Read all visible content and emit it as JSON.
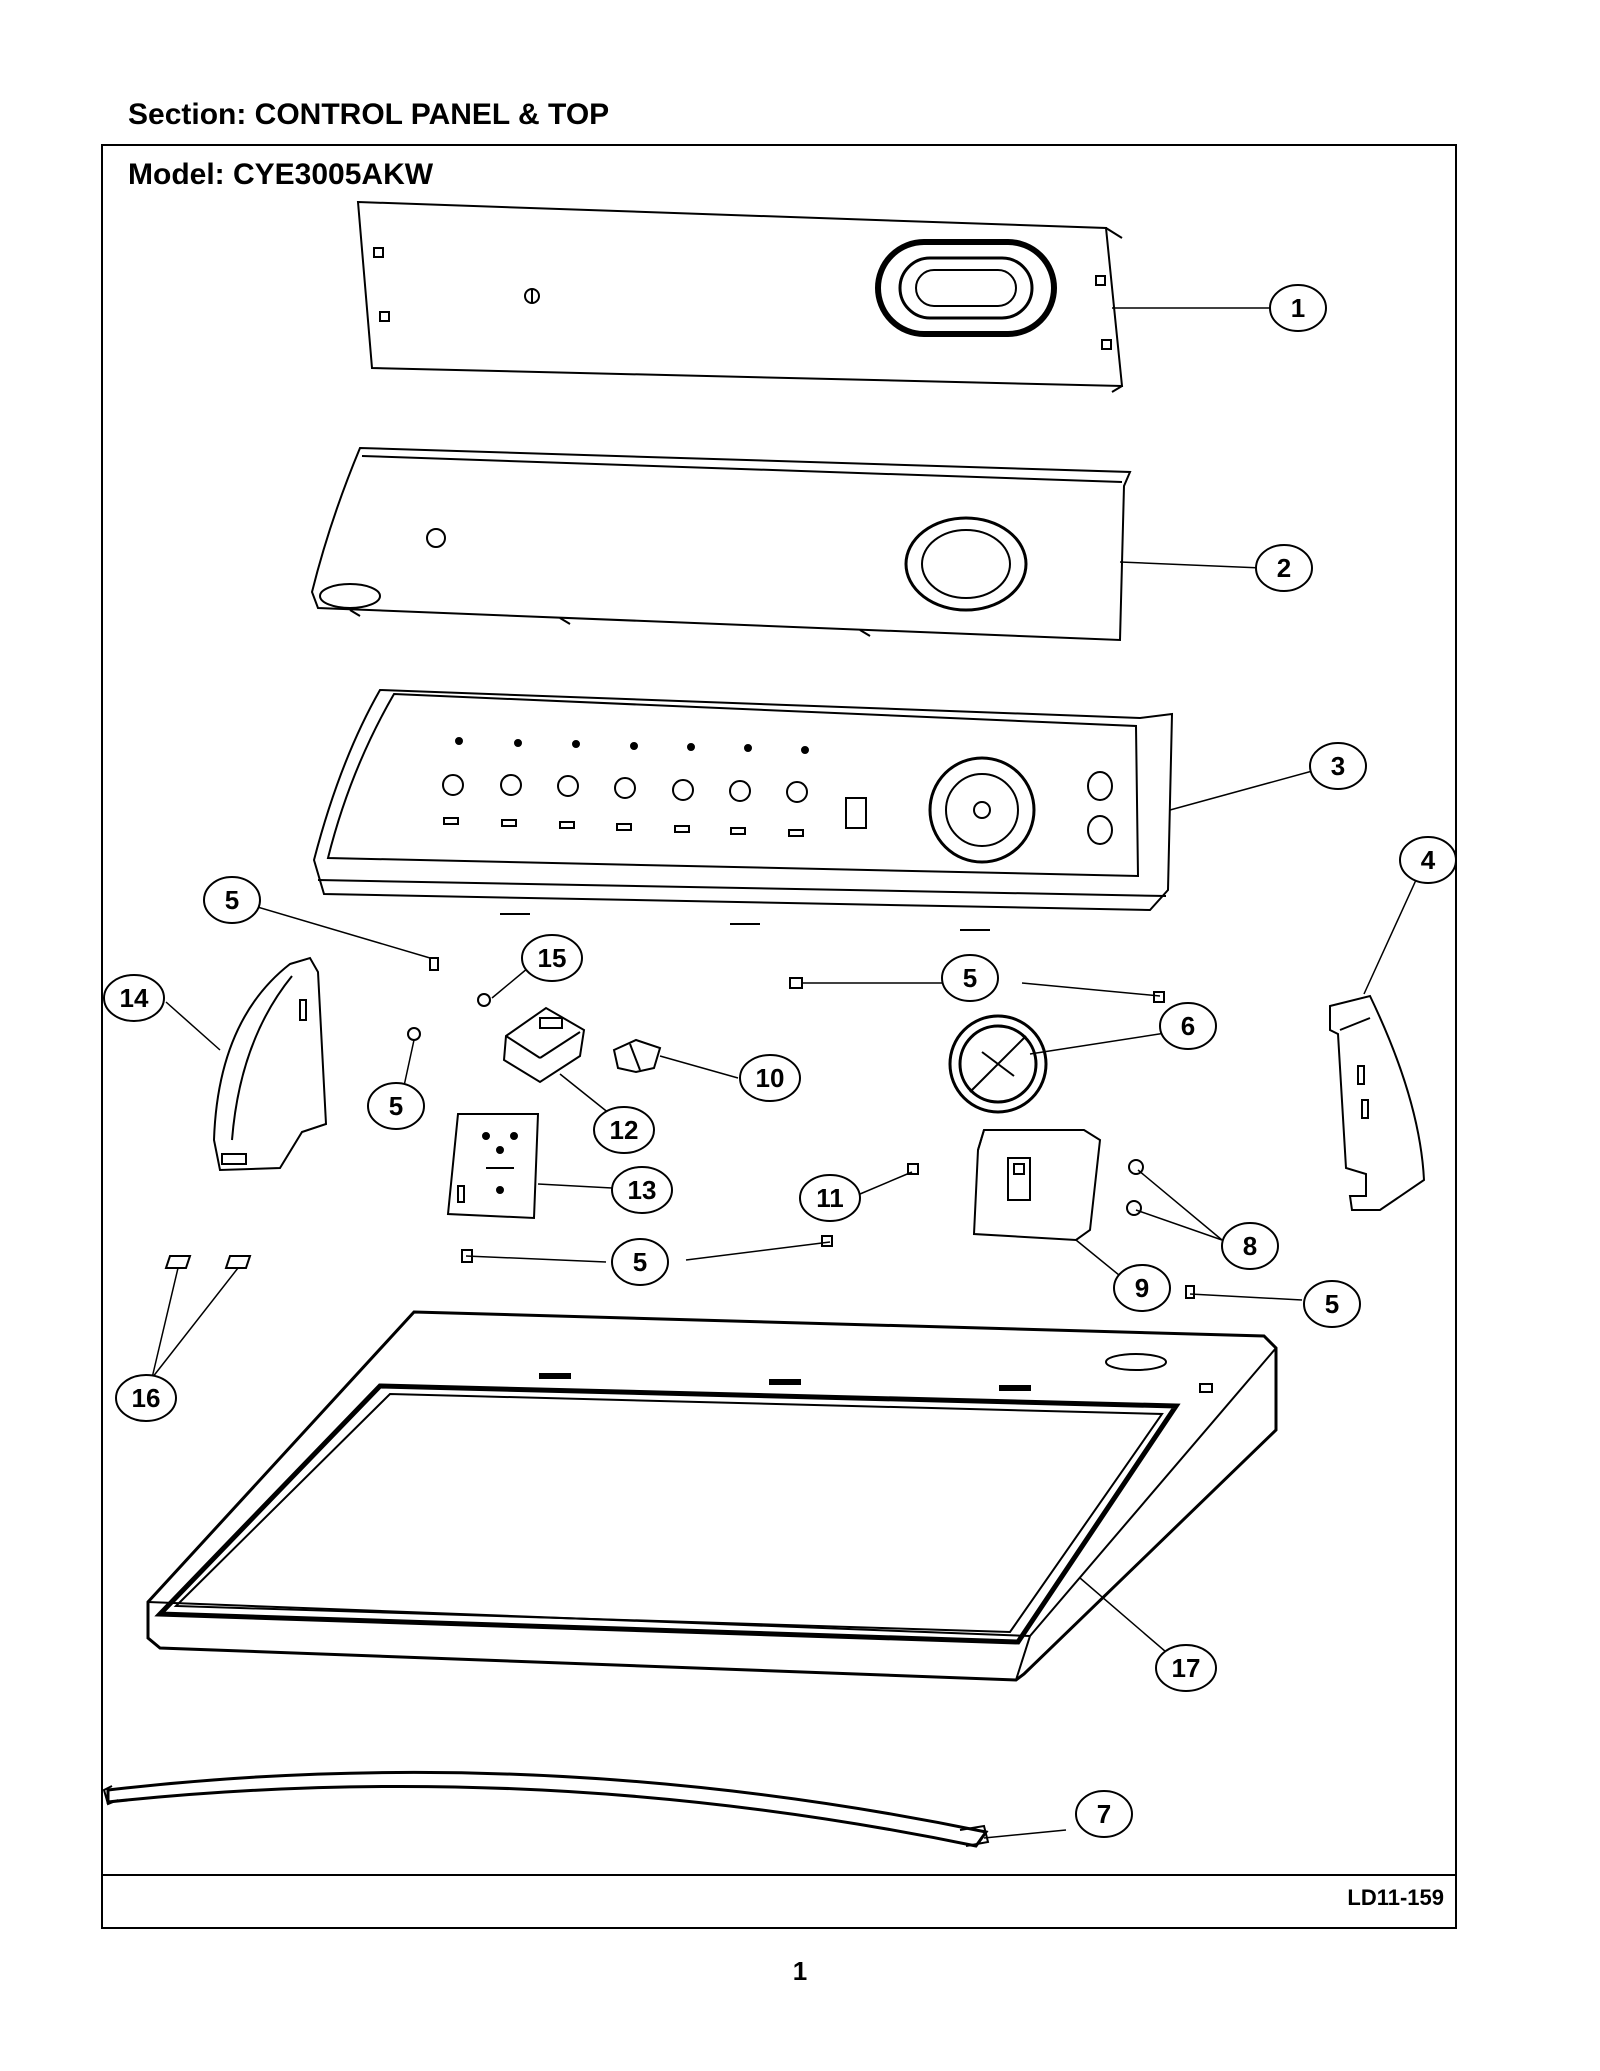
{
  "header": {
    "section_title": "Section:  CONTROL PANEL & TOP",
    "model_title": "Model:  CYE3005AKW"
  },
  "footer": {
    "drawing_id": "LD11-159",
    "page_number": "1"
  },
  "diagram": {
    "callouts": [
      "1",
      "2",
      "3",
      "4",
      "5",
      "15",
      "5",
      "14",
      "6",
      "5",
      "10",
      "12",
      "13",
      "11",
      "8",
      "5",
      "9",
      "5",
      "16",
      "17",
      "7"
    ]
  }
}
